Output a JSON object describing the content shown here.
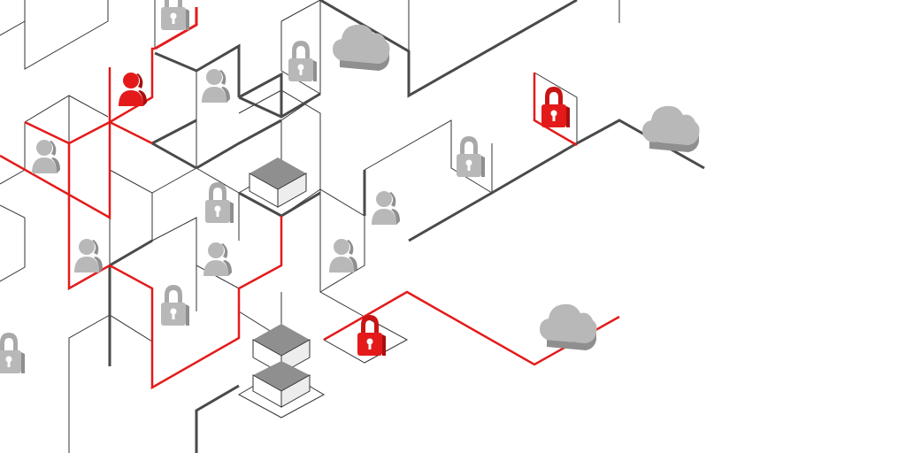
{
  "colors": {
    "background": "#ffffff",
    "line": "#333333",
    "accent": "#e41a1a",
    "icon_gray_front": "#b8b8b8",
    "icon_gray_side": "#8f8f8f",
    "icon_gray_top": "#d6d6d6",
    "icon_red_front": "#e41a1a",
    "icon_red_side": "#a80f0f",
    "icon_red_top": "#ff6a6a"
  },
  "icons": {
    "locks": [
      {
        "name": "padlock-icon",
        "tone": "gray"
      },
      {
        "name": "padlock-icon",
        "tone": "gray"
      },
      {
        "name": "padlock-icon",
        "tone": "gray"
      },
      {
        "name": "padlock-icon",
        "tone": "gray"
      },
      {
        "name": "padlock-icon",
        "tone": "gray"
      },
      {
        "name": "padlock-icon",
        "tone": "red"
      },
      {
        "name": "padlock-icon",
        "tone": "red"
      }
    ],
    "users": [
      {
        "name": "user-icon",
        "tone": "red"
      },
      {
        "name": "user-icon",
        "tone": "gray"
      },
      {
        "name": "user-icon",
        "tone": "gray"
      },
      {
        "name": "user-icon",
        "tone": "gray"
      },
      {
        "name": "user-icon",
        "tone": "gray"
      },
      {
        "name": "user-icon",
        "tone": "gray"
      },
      {
        "name": "user-icon",
        "tone": "gray"
      }
    ],
    "clouds": [
      {
        "name": "cloud-icon",
        "tone": "gray"
      },
      {
        "name": "cloud-icon",
        "tone": "gray"
      },
      {
        "name": "cloud-icon",
        "tone": "gray"
      }
    ],
    "servers": [
      {
        "name": "server-block-icon",
        "tone": "gray"
      },
      {
        "name": "server-stack-icon",
        "tone": "gray"
      }
    ]
  }
}
